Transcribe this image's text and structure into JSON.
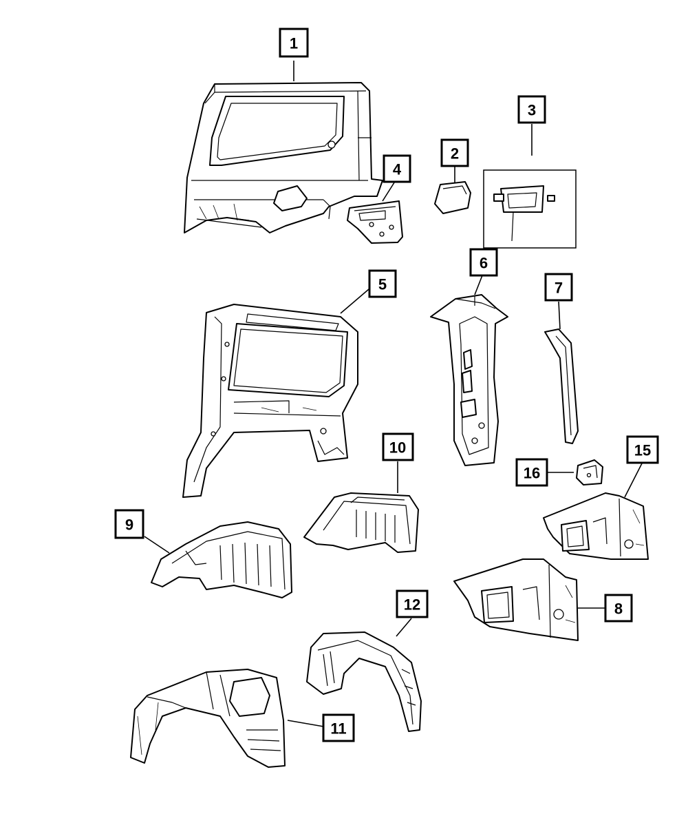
{
  "callouts": [
    "1",
    "2",
    "3",
    "4",
    "5",
    "6",
    "7",
    "8",
    "9",
    "10",
    "11",
    "12",
    "15",
    "16"
  ],
  "colors": {
    "line": "#000000",
    "background": "#ffffff"
  }
}
